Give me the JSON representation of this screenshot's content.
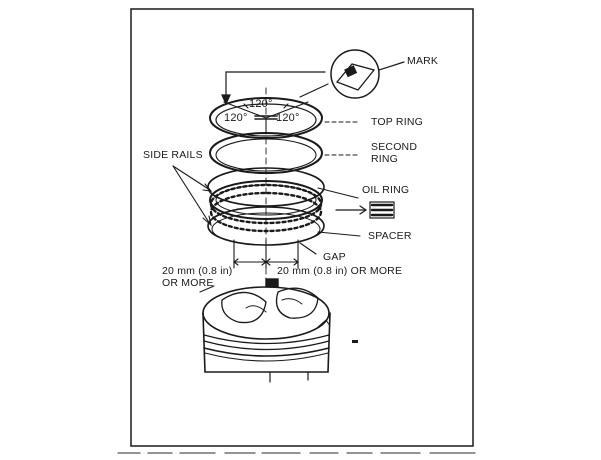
{
  "labels": {
    "mark": "MARK",
    "top_ring": "TOP RING",
    "second_ring_line1": "SECOND",
    "second_ring_line2": "RING",
    "oil_ring": "OIL RING",
    "side_rails": "SIDE RAILS",
    "spacer": "SPACER",
    "gap": "GAP",
    "left_distance_line1": "20 mm (0.8 in)",
    "left_distance_line2": "OR MORE",
    "right_distance": "20 mm (0.8 in) OR MORE"
  },
  "angles": {
    "top": "120°",
    "left": "120°",
    "right": "120°"
  }
}
